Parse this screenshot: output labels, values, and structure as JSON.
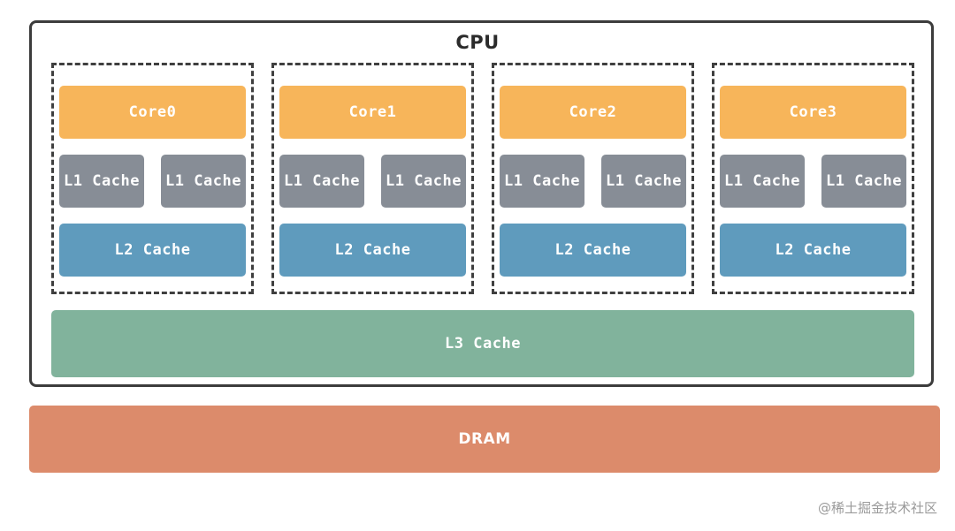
{
  "cpu": {
    "title": "CPU",
    "cores": [
      {
        "core_label": "Core0",
        "l1_left": "L1 Cache",
        "l1_right": "L1 Cache",
        "l2": "L2 Cache"
      },
      {
        "core_label": "Core1",
        "l1_left": "L1 Cache",
        "l1_right": "L1 Cache",
        "l2": "L2 Cache"
      },
      {
        "core_label": "Core2",
        "l1_left": "L1 Cache",
        "l1_right": "L1 Cache",
        "l2": "L2 Cache"
      },
      {
        "core_label": "Core3",
        "l1_left": "L1 Cache",
        "l1_right": "L1 Cache",
        "l2": "L2 Cache"
      }
    ],
    "l3": "L3 Cache"
  },
  "dram": "DRAM",
  "watermark": "@稀土掘金技术社区",
  "colors": {
    "core": "#f7b55a",
    "l1": "#878d96",
    "l2": "#5f9bbd",
    "l3": "#81b39c",
    "dram": "#dc8b6b",
    "frame": "#3c3c3c"
  }
}
